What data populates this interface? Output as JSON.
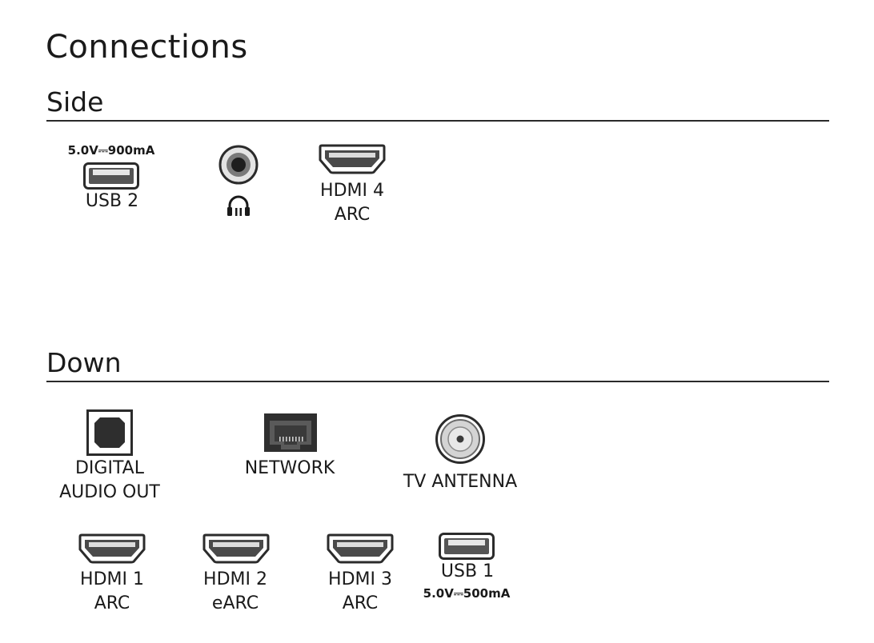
{
  "title": "Connections",
  "sections": {
    "side": {
      "heading": "Side",
      "usb2": {
        "label": "USB 2",
        "spec": "5.0V⎓900mA"
      },
      "headphone": {
        "icon": "headphone-icon"
      },
      "hdmi4": {
        "line1": "HDMI 4",
        "line2": "ARC"
      }
    },
    "down": {
      "heading": "Down",
      "optical": {
        "line1": "DIGITAL",
        "line2": "AUDIO OUT"
      },
      "network": {
        "label": "NETWORK"
      },
      "antenna": {
        "label": "TV ANTENNA"
      },
      "hdmi1": {
        "line1": "HDMI 1",
        "line2": "ARC"
      },
      "hdmi2": {
        "line1": "HDMI 2",
        "line2": "eARC"
      },
      "hdmi3": {
        "line1": "HDMI 3",
        "line2": "ARC"
      },
      "usb1": {
        "label": "USB 1",
        "spec": "5.0V⎓500mA"
      }
    }
  },
  "colors": {
    "text": "#1a1a1a",
    "port_dark": "#2b2b2b",
    "port_mid": "#6e6e6e",
    "port_light": "#d9d9d9"
  }
}
